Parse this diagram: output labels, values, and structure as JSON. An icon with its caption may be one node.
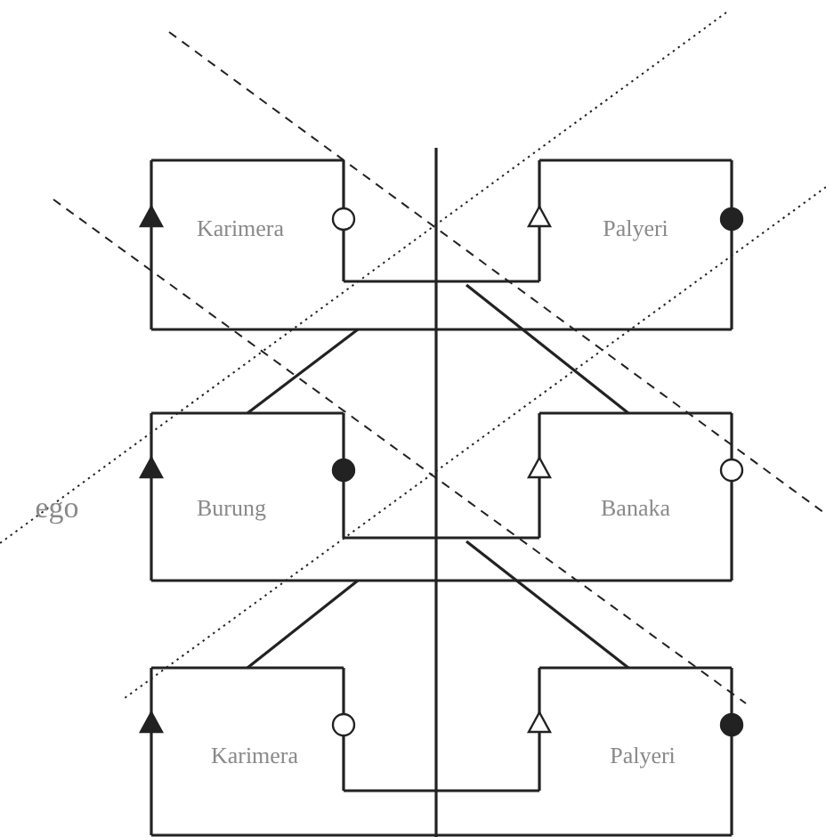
{
  "diagram": {
    "labels": [
      "Karimera",
      "Palyeri",
      "ego",
      "Burung",
      "Banaka",
      "Karimera",
      "Palyeri"
    ]
  }
}
